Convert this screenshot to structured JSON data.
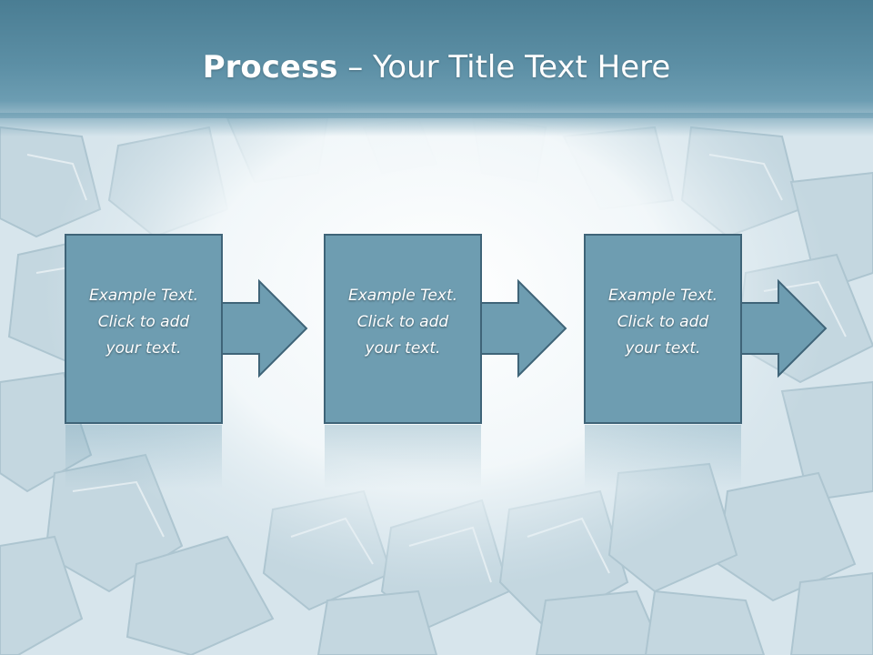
{
  "slide": {
    "title_bold": "Process",
    "title_rest": " – Your Title Text Here",
    "steps": [
      {
        "text": "Example Text.\nClick  to add\nyour text."
      },
      {
        "text": "Example Text.\nClick  to add\nyour text."
      },
      {
        "text": "Example Text.\nClick  to add\nyour text."
      }
    ]
  },
  "colors": {
    "title_bar": "#5c8fa5",
    "box_fill": "#6e9db1",
    "box_stroke": "#3f6478",
    "text": "#ffffff"
  }
}
